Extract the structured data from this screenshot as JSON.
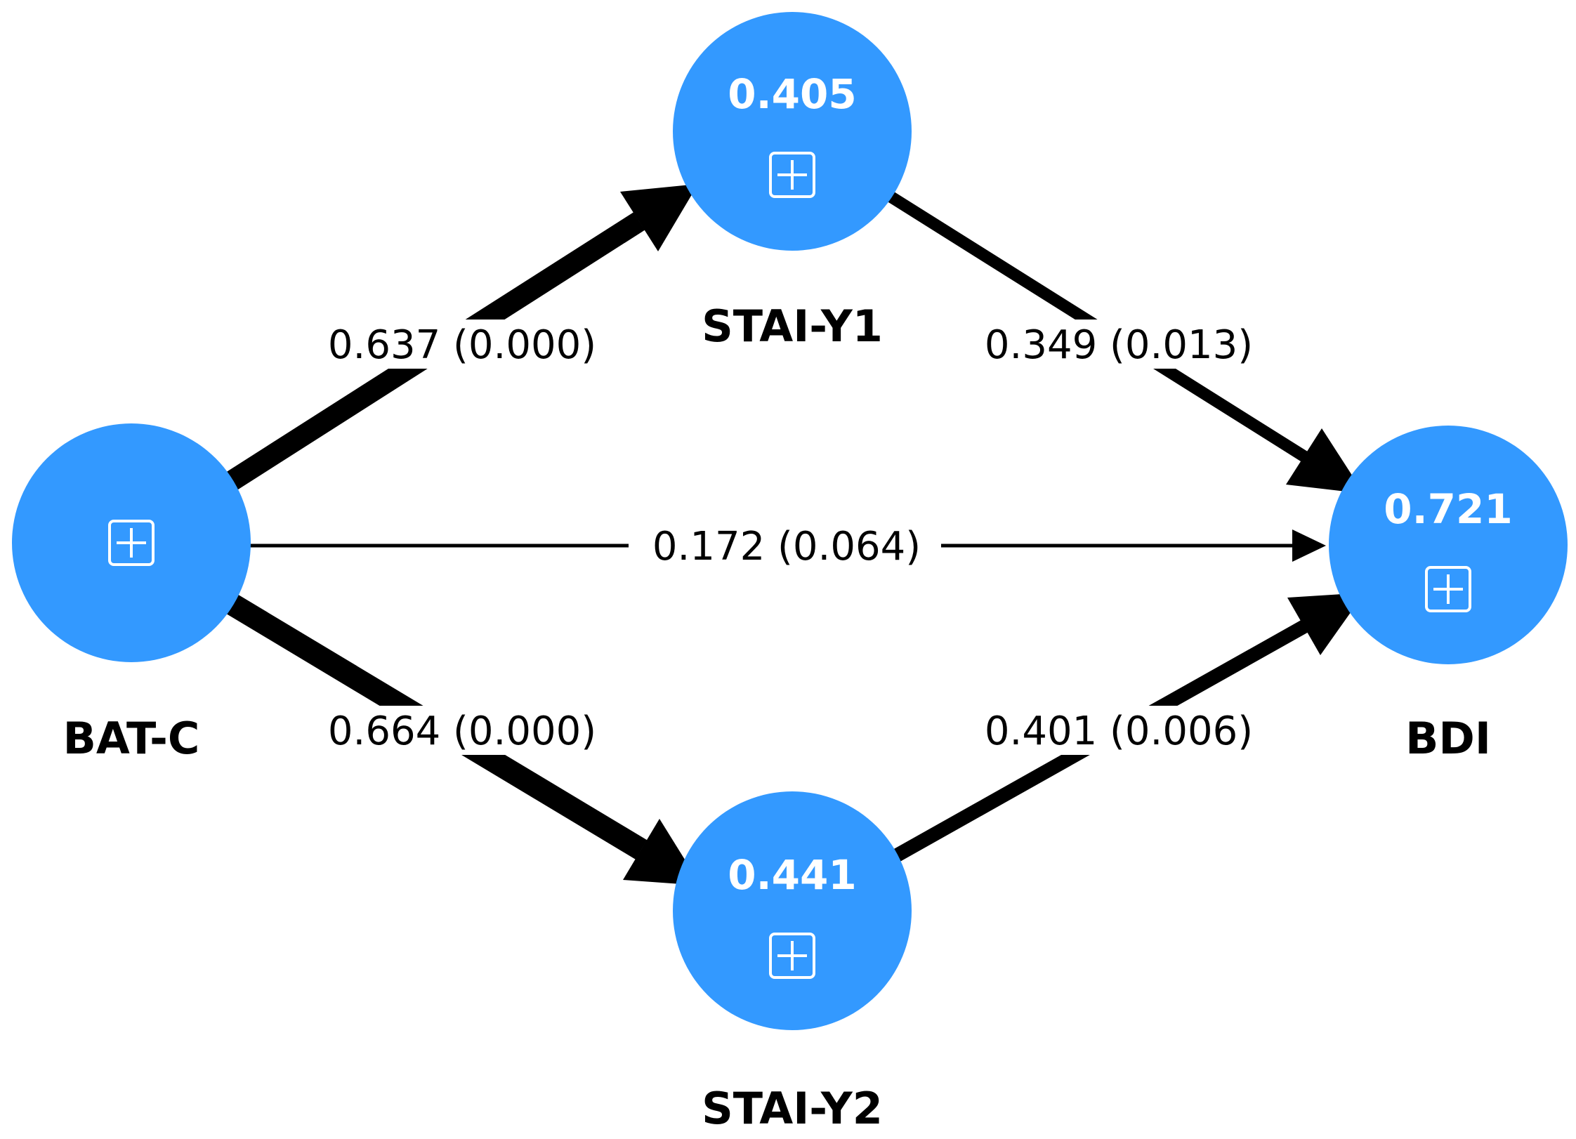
{
  "nodes": [
    {
      "id": "bat-c",
      "label": "BAT-C",
      "r2": "",
      "icon": "expand-plus-icon"
    },
    {
      "id": "stai-y1",
      "label": "STAI-Y1",
      "r2": "0.405",
      "icon": "expand-plus-icon"
    },
    {
      "id": "stai-y2",
      "label": "STAI-Y2",
      "r2": "0.441",
      "icon": "expand-plus-icon"
    },
    {
      "id": "bdi",
      "label": "BDI",
      "r2": "0.721",
      "icon": "expand-plus-icon"
    }
  ],
  "paths": [
    {
      "from": "bat-c",
      "to": "stai-y1",
      "coefficient": 0.637,
      "p_value": "0.000",
      "label": "0.637 (0.000)"
    },
    {
      "from": "bat-c",
      "to": "stai-y2",
      "coefficient": 0.664,
      "p_value": "0.000",
      "label": "0.664 (0.000)"
    },
    {
      "from": "stai-y1",
      "to": "bdi",
      "coefficient": 0.349,
      "p_value": "0.013",
      "label": "0.349 (0.013)"
    },
    {
      "from": "stai-y2",
      "to": "bdi",
      "coefficient": 0.401,
      "p_value": "0.006",
      "label": "0.401 (0.006)"
    },
    {
      "from": "bat-c",
      "to": "bdi",
      "coefficient": 0.172,
      "p_value": "0.064",
      "label": "0.172 (0.064)"
    }
  ],
  "colors": {
    "node_fill": "#3399ff",
    "node_text": "#ffffff",
    "arrow": "#000000",
    "label_text": "#000000"
  }
}
